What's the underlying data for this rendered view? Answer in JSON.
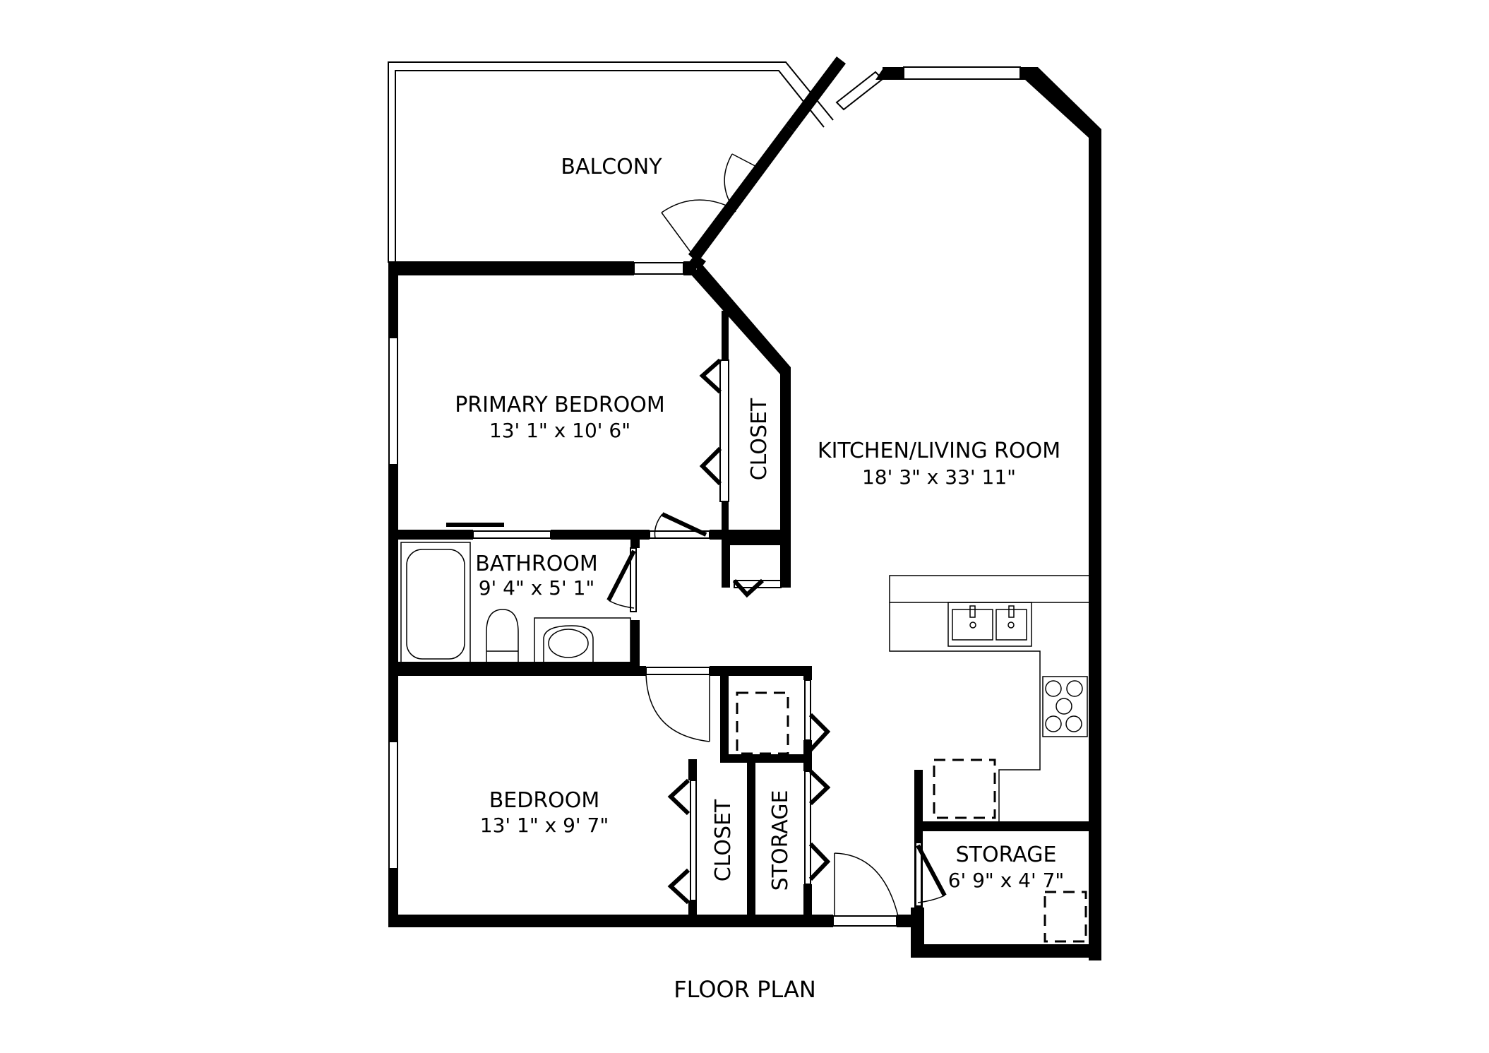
{
  "plan": {
    "caption": "FLOOR PLAN",
    "colors": {
      "walls": "#000000",
      "background": "#ffffff"
    },
    "rooms": {
      "balcony": {
        "name": "BALCONY"
      },
      "primary_bedroom": {
        "name": "PRIMARY BEDROOM",
        "dimensions": "13' 1\" x 10' 6\""
      },
      "primary_closet": {
        "name": "CLOSET"
      },
      "kitchen_living": {
        "name": "KITCHEN/LIVING ROOM",
        "dimensions": "18' 3\" x 33' 11\""
      },
      "bathroom": {
        "name": "BATHROOM",
        "dimensions": "9' 4\" x 5' 1\""
      },
      "bedroom": {
        "name": "BEDROOM",
        "dimensions": "13' 1\" x 9' 7\""
      },
      "bedroom_closet": {
        "name": "CLOSET"
      },
      "hall_storage": {
        "name": "STORAGE"
      },
      "storage": {
        "name": "STORAGE",
        "dimensions": "6' 9\" x 4' 7\""
      }
    },
    "fixtures": [
      "bathtub-icon",
      "toilet-icon",
      "sink-icon",
      "double-sink-icon",
      "stove-icon",
      "washer-dryer-icon",
      "water-heater-icon"
    ]
  }
}
